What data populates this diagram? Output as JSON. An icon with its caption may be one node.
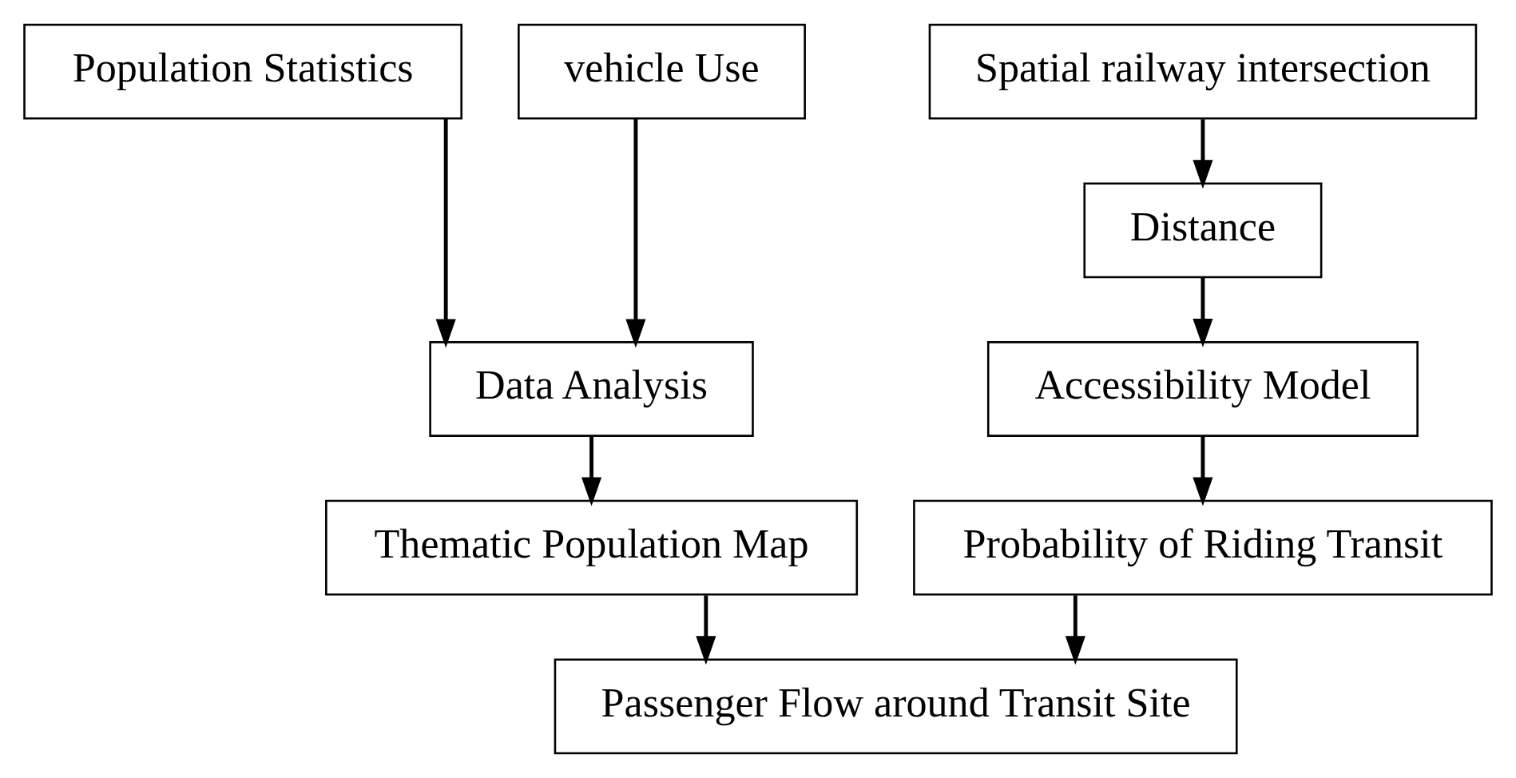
{
  "diagram": {
    "nodes": [
      {
        "text": [
          "Population Statistics"
        ]
      },
      {
        "text": [
          "vehicle Use"
        ]
      },
      {
        "text": [
          "Spatial railway intersection"
        ]
      },
      {
        "text": [
          "Distance"
        ]
      },
      {
        "text": [
          "Data Analysis"
        ]
      },
      {
        "text": [
          "Accessibility Model"
        ]
      },
      {
        "text": [
          "Thematic Population Map"
        ]
      },
      {
        "text": [
          "Probability of Riding Transit"
        ]
      },
      {
        "text": [
          "Passenger Flow around Transit Site"
        ]
      }
    ],
    "edges": [
      {
        "from": 0,
        "to": 4,
        "arrow": "to"
      },
      {
        "from": 1,
        "to": 4,
        "arrow": "to"
      },
      {
        "from": 2,
        "to": 3,
        "arrow": "to"
      },
      {
        "from": 3,
        "to": 5,
        "arrow": "to"
      },
      {
        "from": 4,
        "to": 6,
        "arrow": "to"
      },
      {
        "from": 5,
        "to": 7,
        "arrow": "to"
      },
      {
        "from": 6,
        "to": 8,
        "arrow": "to"
      },
      {
        "from": 7,
        "to": 8,
        "arrow": "to"
      }
    ]
  }
}
